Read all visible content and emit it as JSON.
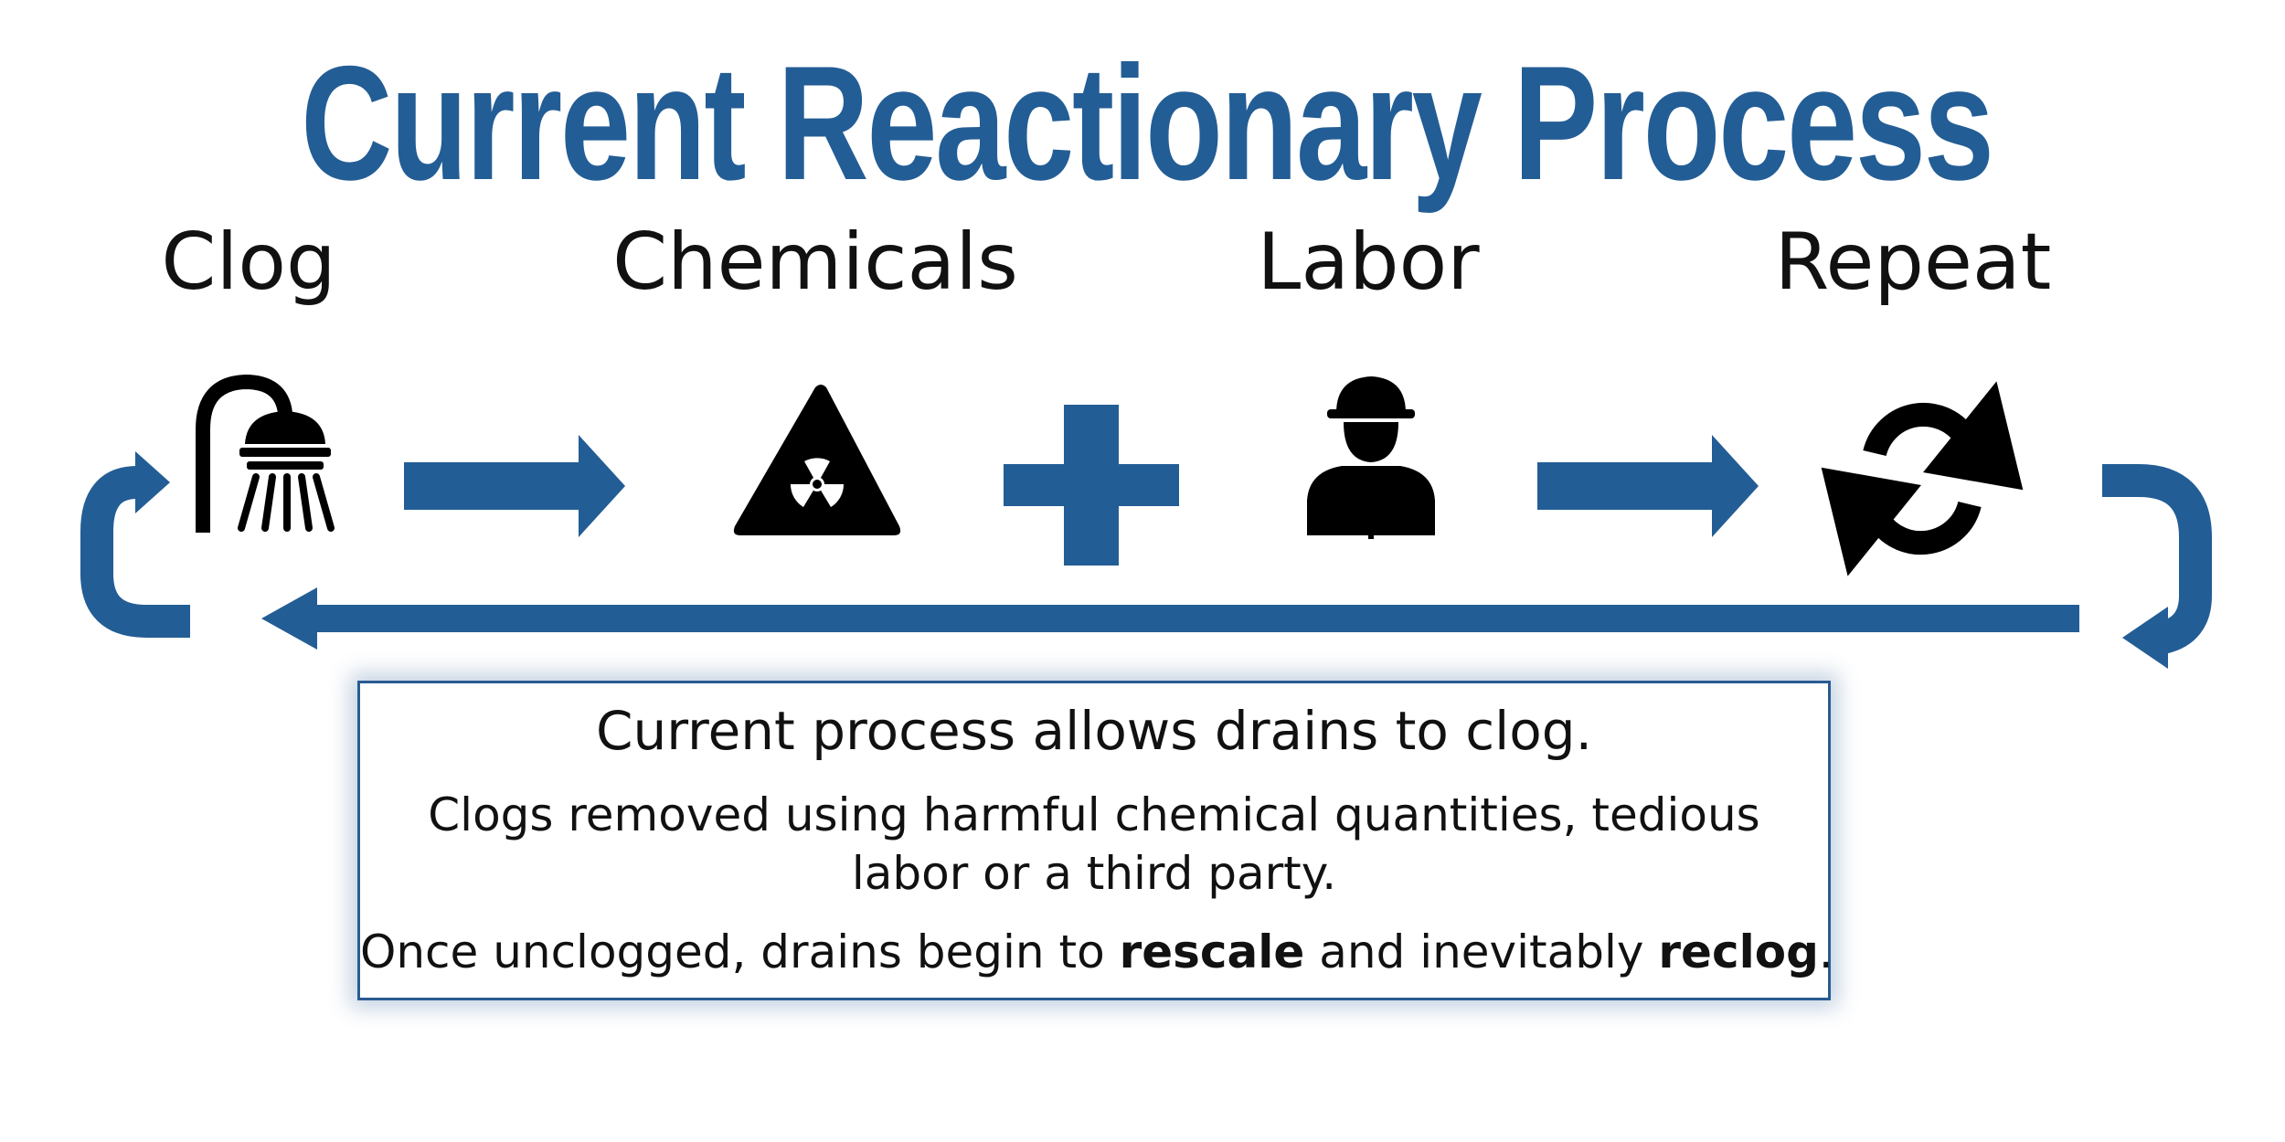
{
  "title": "Current Reactionary Process",
  "colors": {
    "accent": "#235d95",
    "icon": "#000000",
    "text": "#111111"
  },
  "steps": [
    {
      "label": "Clog",
      "icon": "shower-head-icon"
    },
    {
      "label": "Chemicals",
      "icon": "radiation-warning-icon"
    },
    {
      "label": "Labor",
      "icon": "construction-worker-icon"
    },
    {
      "label": "Repeat",
      "icon": "refresh-cycle-icon"
    }
  ],
  "connectors": [
    "arrow-right",
    "plus",
    "arrow-right",
    "loop-back-arrow"
  ],
  "note": {
    "heading": "Current process allows drains to clog.",
    "body": "Clogs removed using harmful chemical quantities, tedious labor or a third party.",
    "final": {
      "part1": "Once unclogged, drains begin to ",
      "emphasis1": "rescale",
      "part2": " and inevitably ",
      "emphasis2": "reclog",
      "part3": "."
    }
  }
}
